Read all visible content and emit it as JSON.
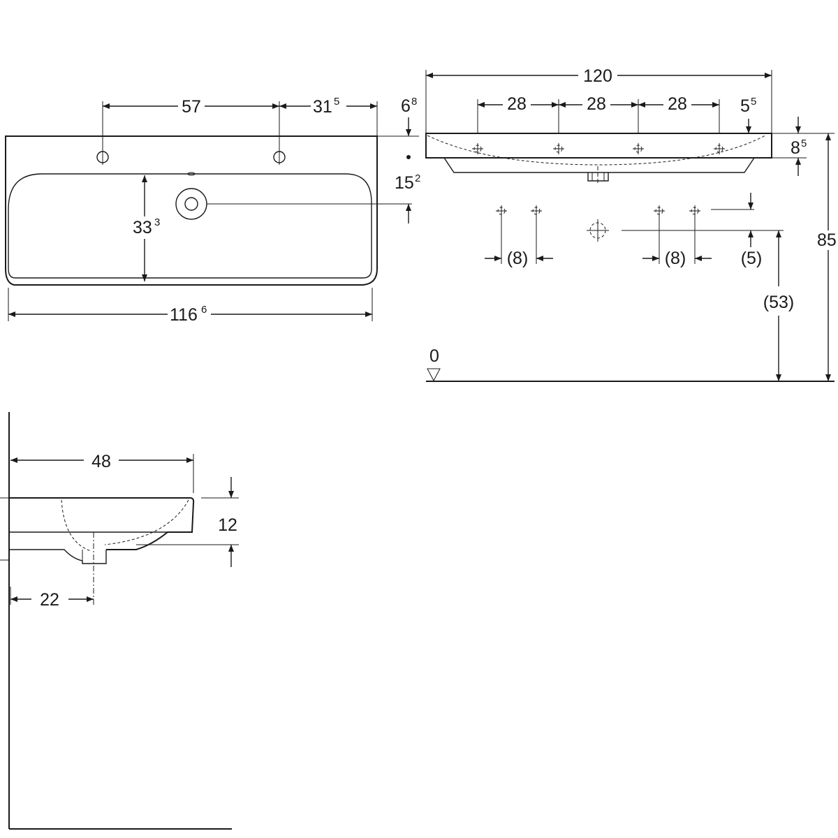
{
  "top_view": {
    "tap_spacing": "57",
    "tap_to_edge": "31",
    "tap_to_edge_sup": "5",
    "rear_rim": "6",
    "rear_rim_sup": "8",
    "overflow_offset": "15",
    "overflow_offset_sup": "2",
    "bowl_depth": "33",
    "bowl_depth_sup": "3",
    "overall_width": "116",
    "overall_width_sup": "6"
  },
  "front_view": {
    "total_width": "120",
    "bracket_spacing": [
      "28",
      "28",
      "28"
    ],
    "edge_offset": "5",
    "edge_offset_sup": "5",
    "rim_height": "8",
    "rim_height_sup": "5",
    "hole_spacing_left": "(8)",
    "hole_spacing_right": "(8)",
    "hole_offset": "(5)",
    "waste_height": "(53)",
    "total_height": "85",
    "floor_level": "0"
  },
  "side_view": {
    "depth": "48",
    "height": "12",
    "waste_offset": "22"
  }
}
